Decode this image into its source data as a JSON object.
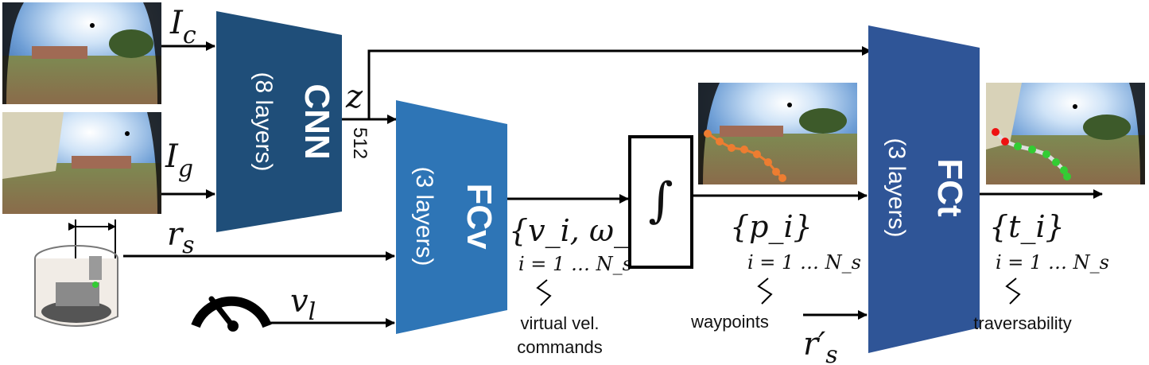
{
  "inputs": {
    "ic": "I",
    "ic_sub": "c",
    "ig": "I",
    "ig_sub": "g",
    "rs": "r",
    "rs_sub": "s",
    "vl": "v",
    "vl_sub": "l",
    "rps": "r′",
    "rps_sub": "s",
    "z": "z",
    "dim": "512"
  },
  "blocks": {
    "cnn_title": "CNN",
    "cnn_sub": "(8 layers)",
    "fcv_title": "FCv",
    "fcv_sub": "(3 layers)",
    "fct_title": "FCt",
    "fct_sub": "(3 layers)",
    "integral": "∫"
  },
  "outputs": {
    "vel": "{v_i, ω_i}",
    "vel_idx": "i = 1 … N_s",
    "vel_caption_1": "virtual vel.",
    "vel_caption_2": "commands",
    "wp": "{p_i}",
    "wp_idx": "i = 1 … N_s",
    "wp_caption": "waypoints",
    "trav": "{t_i}",
    "trav_idx": "i = 1 … N_s",
    "trav_caption": "traversability"
  },
  "colors": {
    "cnn": "#1f4e79",
    "fcv": "#2e75b6",
    "fct": "#2f5597",
    "orange_path": "#ed7d31",
    "green_point": "#33cc33",
    "red_point": "#ee1111"
  },
  "icons": [
    "camera-image-current",
    "camera-image-goal",
    "robot-icon",
    "speedometer-icon"
  ]
}
